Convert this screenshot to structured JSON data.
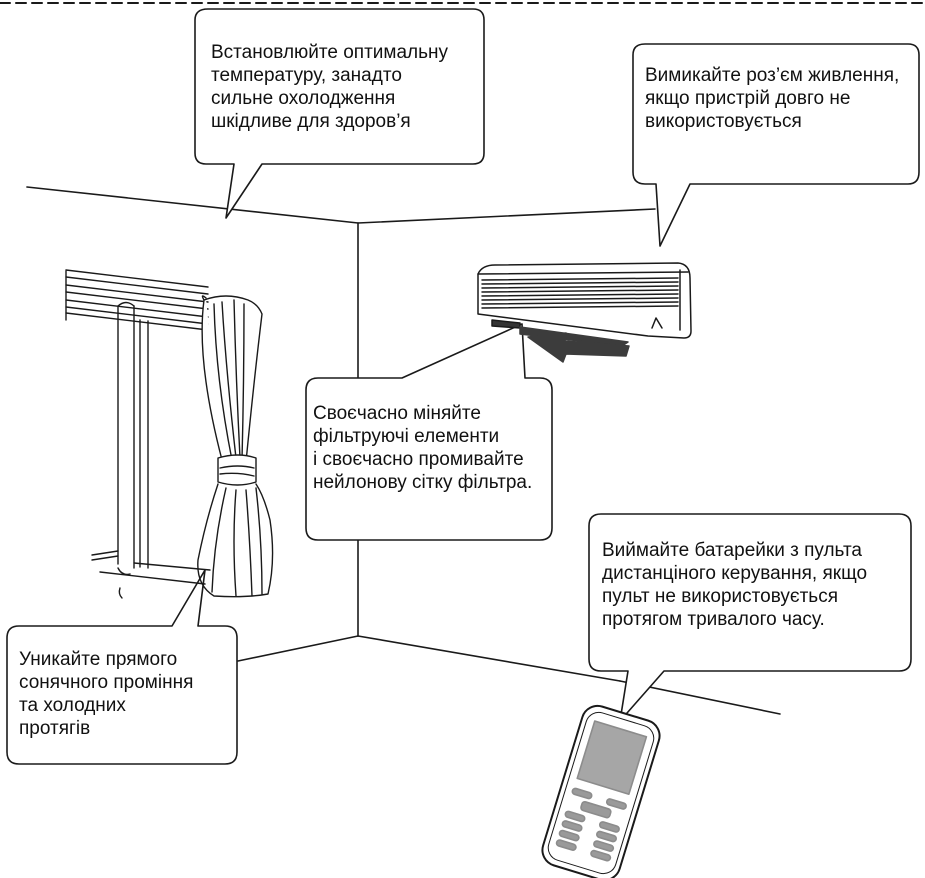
{
  "callouts": {
    "temperature": "Встановлюйте оптимальну\nтемпературу, занадто\nсильне охолодження\nшкідливе для здоров’я",
    "power": "Вимикайте роз’єм живлення,\nякщо пристрій довго не\nвикористовується",
    "filters": "Своєчасно міняйте\nфільтруючі елементи\nі своєчасно промивайте\nнейлонову сітку фільтра.",
    "batteries": "Виймайте батарейки з пульта\nдистанціного керування, якщо\nпульт не використовується\nпротягом тривалого часу.",
    "sunlight": "Уникайте прямого\nсонячного проміння\nта холодних\nпротягів"
  },
  "icons": {
    "air_conditioner": "air-conditioner-icon",
    "remote": "remote-control-icon",
    "window": "window-icon",
    "curtain": "curtain-icon"
  },
  "colors": {
    "line": "#1a1a1a",
    "arrow": "#3c3c3c",
    "screen": "#a6a6a6"
  }
}
